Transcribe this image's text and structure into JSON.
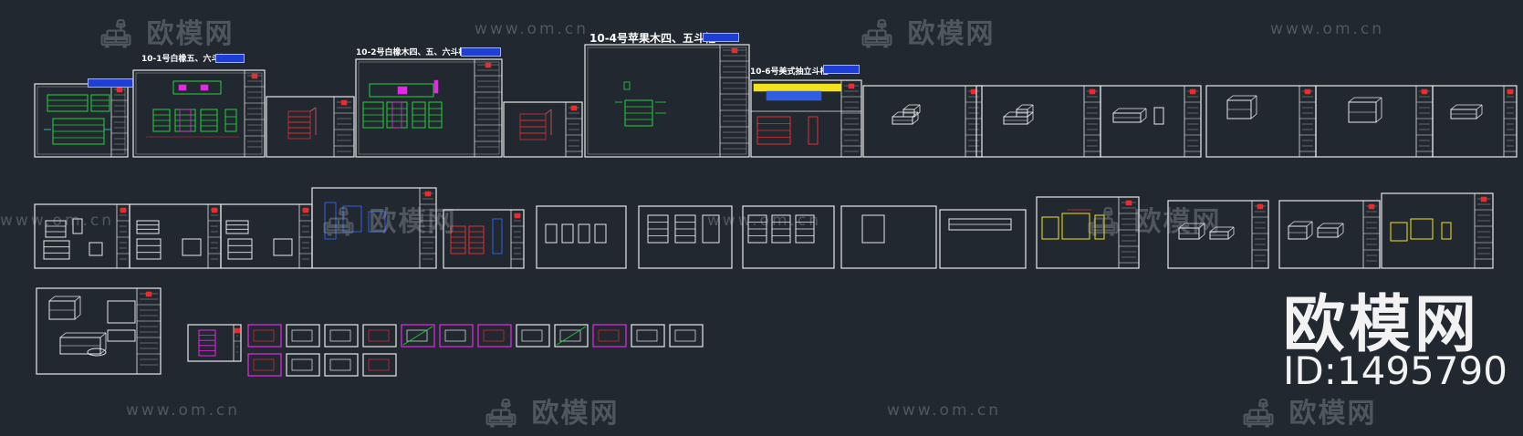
{
  "watermark": {
    "logo_text": "欧模网",
    "url_text": "www.om.cn"
  },
  "brand": {
    "name": "欧模网",
    "id_label": "ID:1495790"
  },
  "drawing_titles": {
    "t1": "10-1号白橡五、六斗柜",
    "t2": "10-2号白橡木四、五、六斗柜",
    "t3": "10-4号苹果木四、五斗柜",
    "t4": "10-6号美式抽立斗柜"
  },
  "colors": {
    "background": "#212830",
    "line_white": "#e8e8e8",
    "cad_green": "#27d23a",
    "cad_magenta": "#e628e6",
    "cad_red": "#e03030",
    "cad_yellow": "#f2e21e",
    "cad_blue": "#2f5fe0",
    "cad_cyan": "#38d0e0"
  },
  "icons": [
    "sofa-logo-icon"
  ]
}
